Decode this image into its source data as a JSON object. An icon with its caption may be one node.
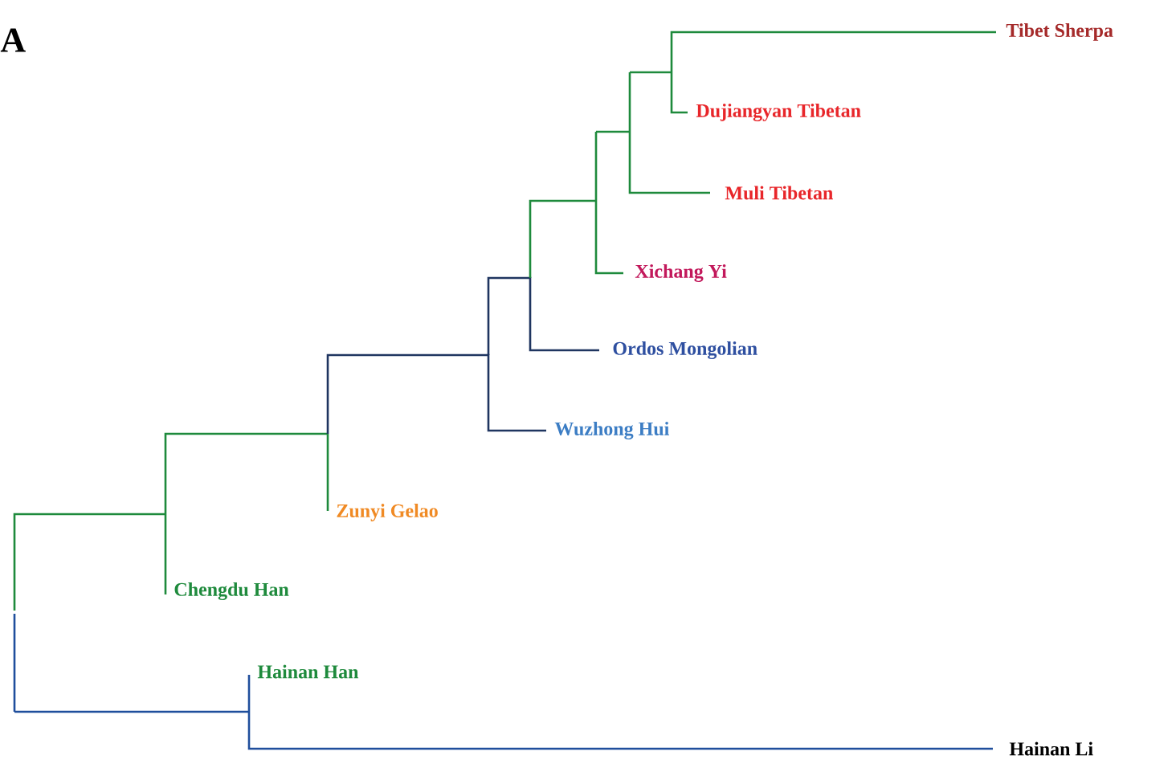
{
  "diagram": {
    "labels": [
      "A",
      "Tibet Sherpa",
      "Dujiangyan Tibetan",
      "Muli Tibetan",
      "Xichang Yi",
      "Ordos Mongolian",
      "Wuzhong Hui",
      "Zunyi Gelao",
      "Chengdu Han",
      "Hainan Han",
      "Hainan Li"
    ]
  }
}
